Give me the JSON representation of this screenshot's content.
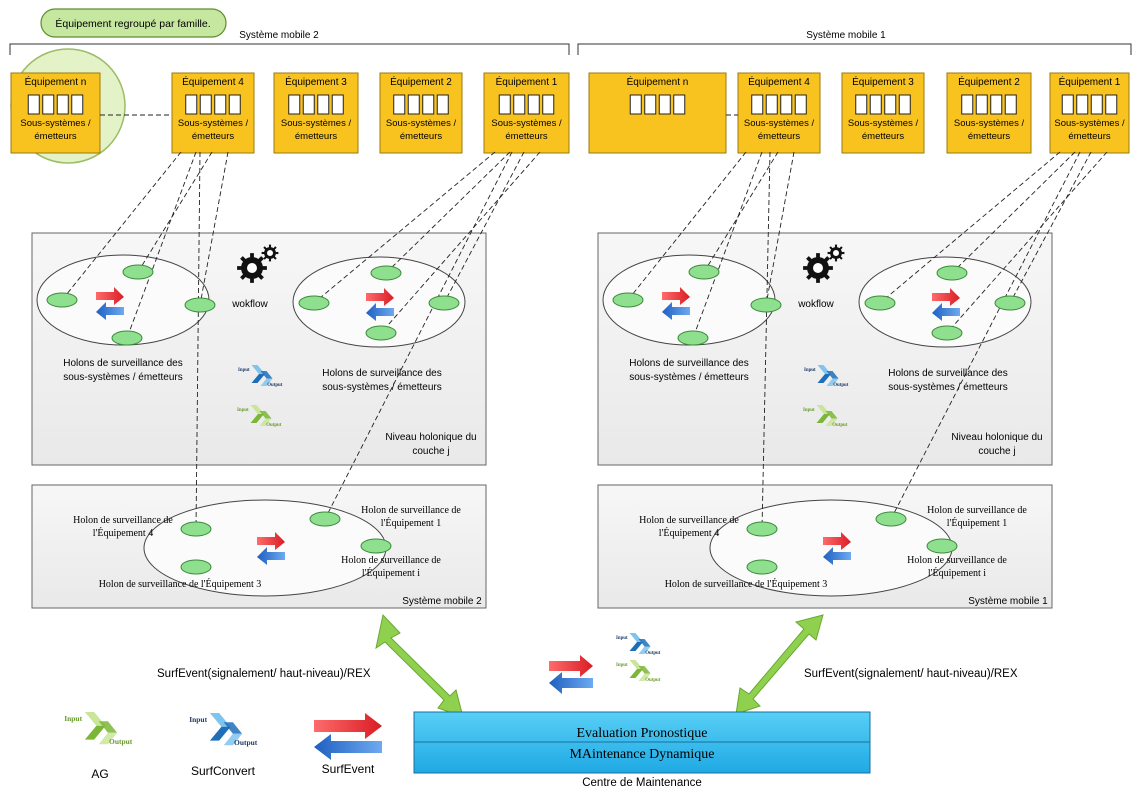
{
  "family_tag": "Équipement regroupé par famille.",
  "systems": [
    {
      "id": "sm2",
      "header": "Système mobile 2",
      "equipment": [
        {
          "name": "Équipement n",
          "sub": [
            "Sous-systèmes /",
            "émetteurs"
          ]
        },
        {
          "name": "Équipement 4",
          "sub": [
            "Sous-systèmes /",
            "émetteurs"
          ]
        },
        {
          "name": "Équipement 3",
          "sub": [
            "Sous-systèmes /",
            "émetteurs"
          ]
        },
        {
          "name": "Équipement 2",
          "sub": [
            "Sous-systèmes /",
            "émetteurs"
          ]
        },
        {
          "name": "Équipement 1",
          "sub": [
            "Sous-systèmes /",
            "émetteurs"
          ]
        }
      ],
      "workflow": "wokflow",
      "holons_left": [
        "Holons de surveillance des",
        "sous-systèmes / émetteurs"
      ],
      "holons_right": [
        "Holons de surveillance des",
        "sous-systèmes / émetteurs"
      ],
      "level": [
        "Niveau holonique du",
        "couche j"
      ],
      "io_input": "Input",
      "io_output": "Output",
      "eq_holon_4": [
        "Holon de surveillance de",
        "l'Équipement 4"
      ],
      "eq_holon_1": [
        "Holon de surveillance de",
        "l'Équipement 1"
      ],
      "eq_holon_i": [
        "Holon de surveillance de",
        "l'Équipement i"
      ],
      "eq_holon_3": "Holon de surveillance de l'Équipement 3",
      "footer": "Système mobile 2"
    },
    {
      "id": "sm1",
      "header": "Système mobile 1",
      "equipment": [
        {
          "name": "Équipement n",
          "sub": []
        },
        {
          "name": "Équipement 4",
          "sub": [
            "Sous-systèmes /",
            "émetteurs"
          ]
        },
        {
          "name": "Équipement 3",
          "sub": [
            "Sous-systèmes /",
            "émetteurs"
          ]
        },
        {
          "name": "Équipement 2",
          "sub": [
            "Sous-systèmes /",
            "émetteurs"
          ]
        },
        {
          "name": "Équipement 1",
          "sub": [
            "Sous-systèmes /",
            "émetteurs"
          ]
        }
      ],
      "workflow": "wokflow",
      "holons_left": [
        "Holons de surveillance des",
        "sous-systèmes / émetteurs"
      ],
      "holons_right": [
        "Holons de surveillance des",
        "sous-systèmes / émetteurs"
      ],
      "level": [
        "Niveau holonique du",
        "couche j"
      ],
      "io_input": "Input",
      "io_output": "Output",
      "eq_holon_4": [
        "Holon de surveillance de",
        "l'Équipement 4"
      ],
      "eq_holon_1": [
        "Holon de surveillance de",
        "l'Équipement 1"
      ],
      "eq_holon_i": [
        "Holon de surveillance de",
        "l'Équipement i"
      ],
      "eq_holon_3": "Holon de surveillance de l'Équipement 3",
      "footer": "Système mobile 1"
    }
  ],
  "surf_left": "SurfEvent(signalement/ haut-niveau)/REX",
  "surf_right": "SurfEvent(signalement/ haut-niveau)/REX",
  "center": {
    "line1": "Evaluation Pronostique",
    "line2": "MAintenance Dynamique",
    "caption": "Centre de Maintenance"
  },
  "center_io": {
    "input": "Input",
    "output": "Output"
  },
  "legend": [
    {
      "label": "AG",
      "input": "Input",
      "output": "Output"
    },
    {
      "label": "SurfConvert",
      "input": "Input",
      "output": "Output"
    },
    {
      "label": "SurfEvent"
    }
  ],
  "colors": {
    "equipment_fill": "#F9C31F",
    "equipment_stroke": "#9C7A0C",
    "holon_green": "#8EE08E",
    "center_blue": "#3EC1F0",
    "link_green": "#8FD14F",
    "tag_green": "#C6E7A0",
    "surfevent_red": "#E8272B",
    "surfevent_blue": "#2F78D6",
    "io_blue": "#4BA6E0",
    "io_green": "#9ACD4F"
  }
}
